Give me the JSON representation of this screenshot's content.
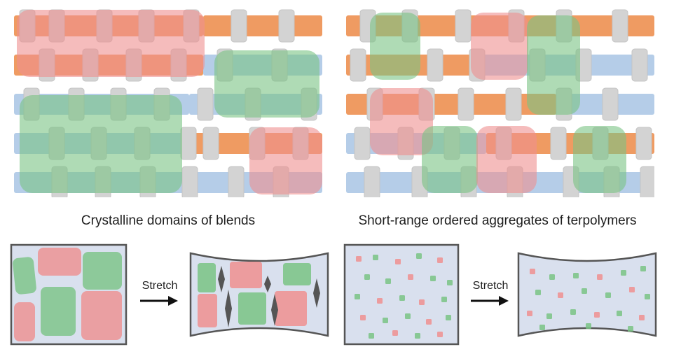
{
  "captions": {
    "left": "Crystalline domains of blends",
    "right": "Short-range ordered aggregates of terpolymers"
  },
  "arrows": {
    "left_label": "Stretch",
    "right_label": "Stretch"
  },
  "colors": {
    "orange_segment": "#ef9b62",
    "blue_segment": "#b5cde8",
    "gray_segment": "#d3d3d3",
    "red_domain": "#ee8f8f",
    "green_domain": "#79c384",
    "film_background": "#d9e0ee",
    "film_border": "#555555",
    "crack_dark": "#555555"
  }
}
